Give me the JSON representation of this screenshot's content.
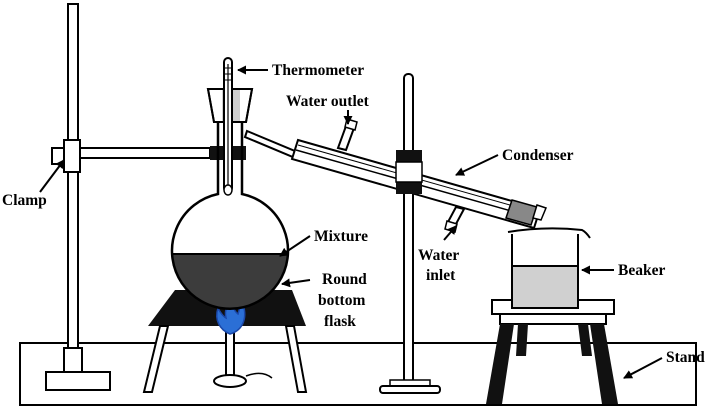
{
  "labels": {
    "thermometer": "Thermometer",
    "water_outlet": "Water outlet",
    "condenser": "Condenser",
    "clamp": "Clamp",
    "mixture": "Mixture",
    "round_line1": "Round",
    "round_line2": "bottom",
    "round_line3": "flask",
    "water_line1": "Water",
    "water_line2": "inlet",
    "beaker": "Beaker",
    "stand": "Stand"
  },
  "colors": {
    "outline": "#000000",
    "mixture_fill": "#3c3c3c",
    "beaker_liquid": "#d0d0d0",
    "flame": "#2b6fd6"
  }
}
